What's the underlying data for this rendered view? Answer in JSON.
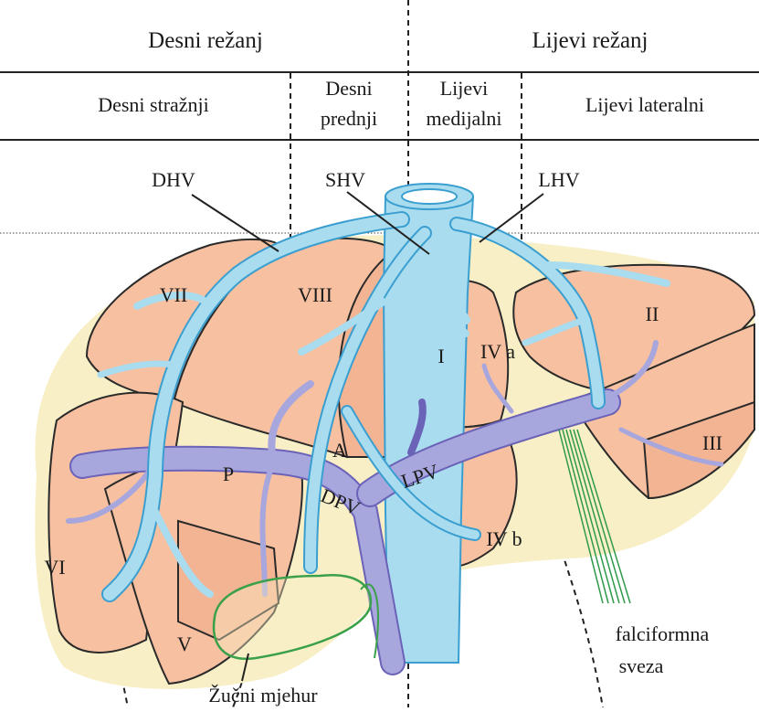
{
  "header": {
    "right_lobe": "Desni režanj",
    "left_lobe": "Lijevi režanj"
  },
  "sections": {
    "right_posterior": "Desni stražnji",
    "right_anterior_line1": "Desni",
    "right_anterior_line2": "prednji",
    "left_medial_line1": "Lijevi",
    "left_medial_line2": "medijalni",
    "left_lateral": "Lijevi lateralni"
  },
  "segments": {
    "I": "I",
    "II": "II",
    "III": "III",
    "IVa": "IV a",
    "IVb": "IV b",
    "V": "V",
    "VI": "VI",
    "VII": "VII",
    "VIII": "VIII"
  },
  "vessels": {
    "dhv": "DHV",
    "shv": "SHV",
    "lhv": "LHV",
    "dpv": "DPV",
    "lpv": "LPV",
    "p": "P",
    "a": "A"
  },
  "annotations": {
    "falciform_line1": "falciformna",
    "falciform_line2": "sveza",
    "gallbladder": "Žučni mjehur"
  },
  "colors": {
    "liver_outline_fill": "#f8efc6",
    "segment_fill": "#f7c0a0",
    "segment_stroke": "#2a2a2a",
    "hepatic_vein": "#a9dcef",
    "hepatic_vein_edge": "#3a9fd0",
    "portal_vein": "#a7a6dd",
    "portal_vein_edge": "#6b63b8",
    "ivc": "#a9dcef",
    "falciform": "#2f9a4a",
    "gallbladder_stroke": "#3aa04a"
  }
}
